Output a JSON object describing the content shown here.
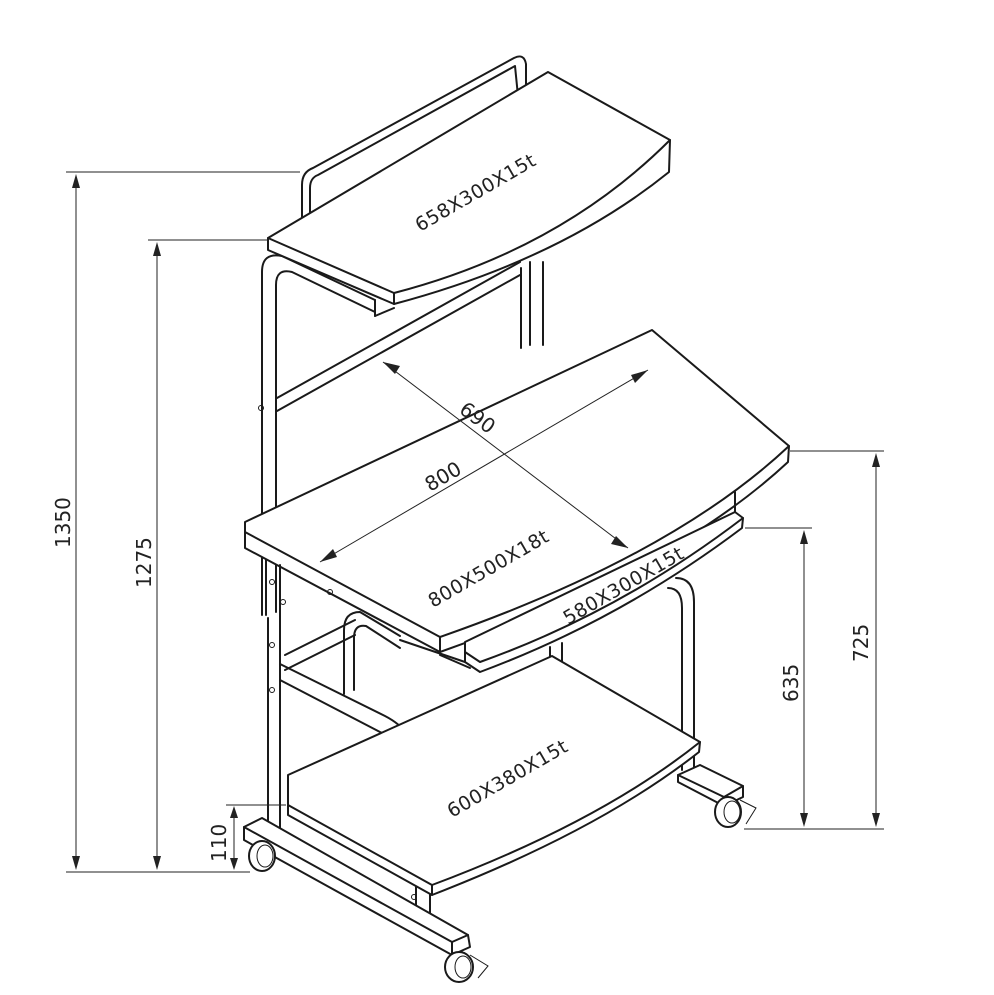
{
  "panels": {
    "top_shelf": "658X300X15t",
    "desktop": "800X500X18t",
    "keyboard_tray": "580X300X15t",
    "bottom_shelf": "600X380X15t"
  },
  "dimensions": {
    "total_height": "1350",
    "top_shelf_height": "1275",
    "desk_height": "725",
    "tray_height": "635",
    "bottom_shelf_height": "110",
    "desk_width": "800",
    "desk_diagonal": "690"
  }
}
